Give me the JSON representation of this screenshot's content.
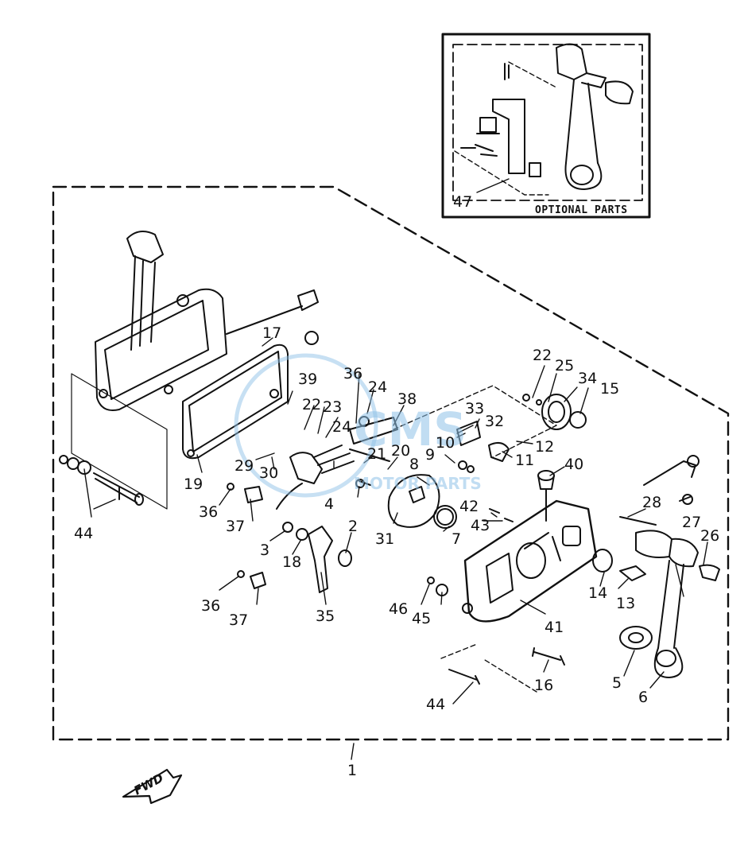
{
  "optional_parts_label": "OPTIONAL PARTS",
  "fwd_label": "FWD",
  "watermark": {
    "logo": "CMS",
    "text": "MOTOR PARTS"
  },
  "callouts": [
    {
      "id": "c47",
      "text": "47"
    },
    {
      "id": "c1",
      "text": "1"
    },
    {
      "id": "c2",
      "text": "2"
    },
    {
      "id": "c3",
      "text": "3"
    },
    {
      "id": "c4",
      "text": "4"
    },
    {
      "id": "c5",
      "text": "5"
    },
    {
      "id": "c6",
      "text": "6"
    },
    {
      "id": "c7",
      "text": "7"
    },
    {
      "id": "c8",
      "text": "8"
    },
    {
      "id": "c9",
      "text": "9"
    },
    {
      "id": "c10",
      "text": "10"
    },
    {
      "id": "c11",
      "text": "11"
    },
    {
      "id": "c12",
      "text": "12"
    },
    {
      "id": "c13",
      "text": "13"
    },
    {
      "id": "c14",
      "text": "14"
    },
    {
      "id": "c15",
      "text": "15"
    },
    {
      "id": "c16",
      "text": "16"
    },
    {
      "id": "c17",
      "text": "17"
    },
    {
      "id": "c18",
      "text": "18"
    },
    {
      "id": "c19",
      "text": "19"
    },
    {
      "id": "c20",
      "text": "20"
    },
    {
      "id": "c21",
      "text": "21"
    },
    {
      "id": "c22a",
      "text": "22"
    },
    {
      "id": "c22b",
      "text": "22"
    },
    {
      "id": "c23",
      "text": "23"
    },
    {
      "id": "c24a",
      "text": "24"
    },
    {
      "id": "c24b",
      "text": "24"
    },
    {
      "id": "c25",
      "text": "25"
    },
    {
      "id": "c26",
      "text": "26"
    },
    {
      "id": "c27",
      "text": "27"
    },
    {
      "id": "c28",
      "text": "28"
    },
    {
      "id": "c29",
      "text": "29"
    },
    {
      "id": "c30",
      "text": "30"
    },
    {
      "id": "c31",
      "text": "31"
    },
    {
      "id": "c32",
      "text": "32"
    },
    {
      "id": "c33",
      "text": "33"
    },
    {
      "id": "c34",
      "text": "34"
    },
    {
      "id": "c35",
      "text": "35"
    },
    {
      "id": "c36a",
      "text": "36"
    },
    {
      "id": "c36b",
      "text": "36"
    },
    {
      "id": "c36c",
      "text": "36"
    },
    {
      "id": "c37a",
      "text": "37"
    },
    {
      "id": "c37b",
      "text": "37"
    },
    {
      "id": "c38",
      "text": "38"
    },
    {
      "id": "c39",
      "text": "39"
    },
    {
      "id": "c40",
      "text": "40"
    },
    {
      "id": "c41",
      "text": "41"
    },
    {
      "id": "c42",
      "text": "42"
    },
    {
      "id": "c43",
      "text": "43"
    },
    {
      "id": "c44a",
      "text": "44"
    },
    {
      "id": "c44b",
      "text": "44"
    },
    {
      "id": "c45",
      "text": "45"
    },
    {
      "id": "c46",
      "text": "46"
    }
  ]
}
